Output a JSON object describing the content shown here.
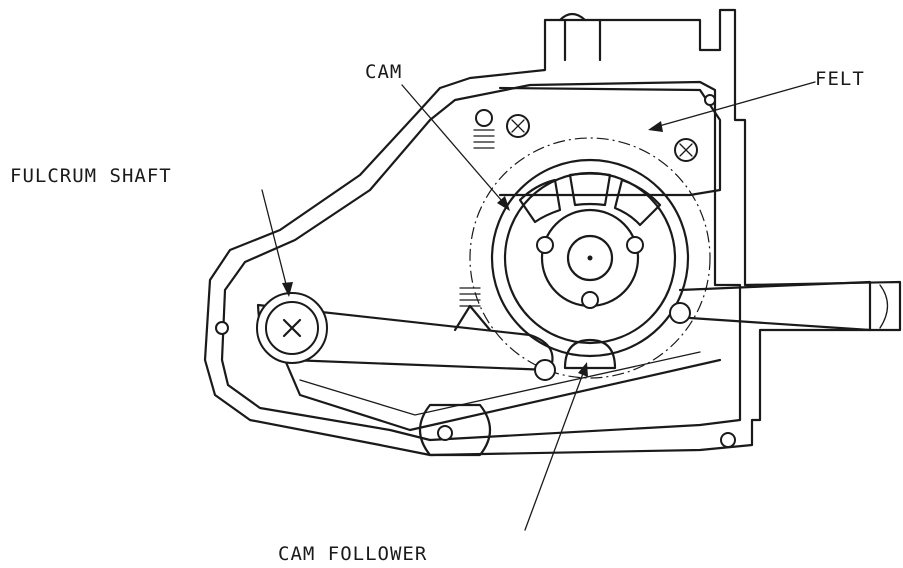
{
  "labels": {
    "cam": "CAM",
    "felt": "FELT",
    "fulcrum_shaft": "FULCRUM SHAFT",
    "cam_follower": "CAM FOLLOWER"
  },
  "colors": {
    "ink": "#1a1a1a",
    "background": "#ffffff"
  }
}
